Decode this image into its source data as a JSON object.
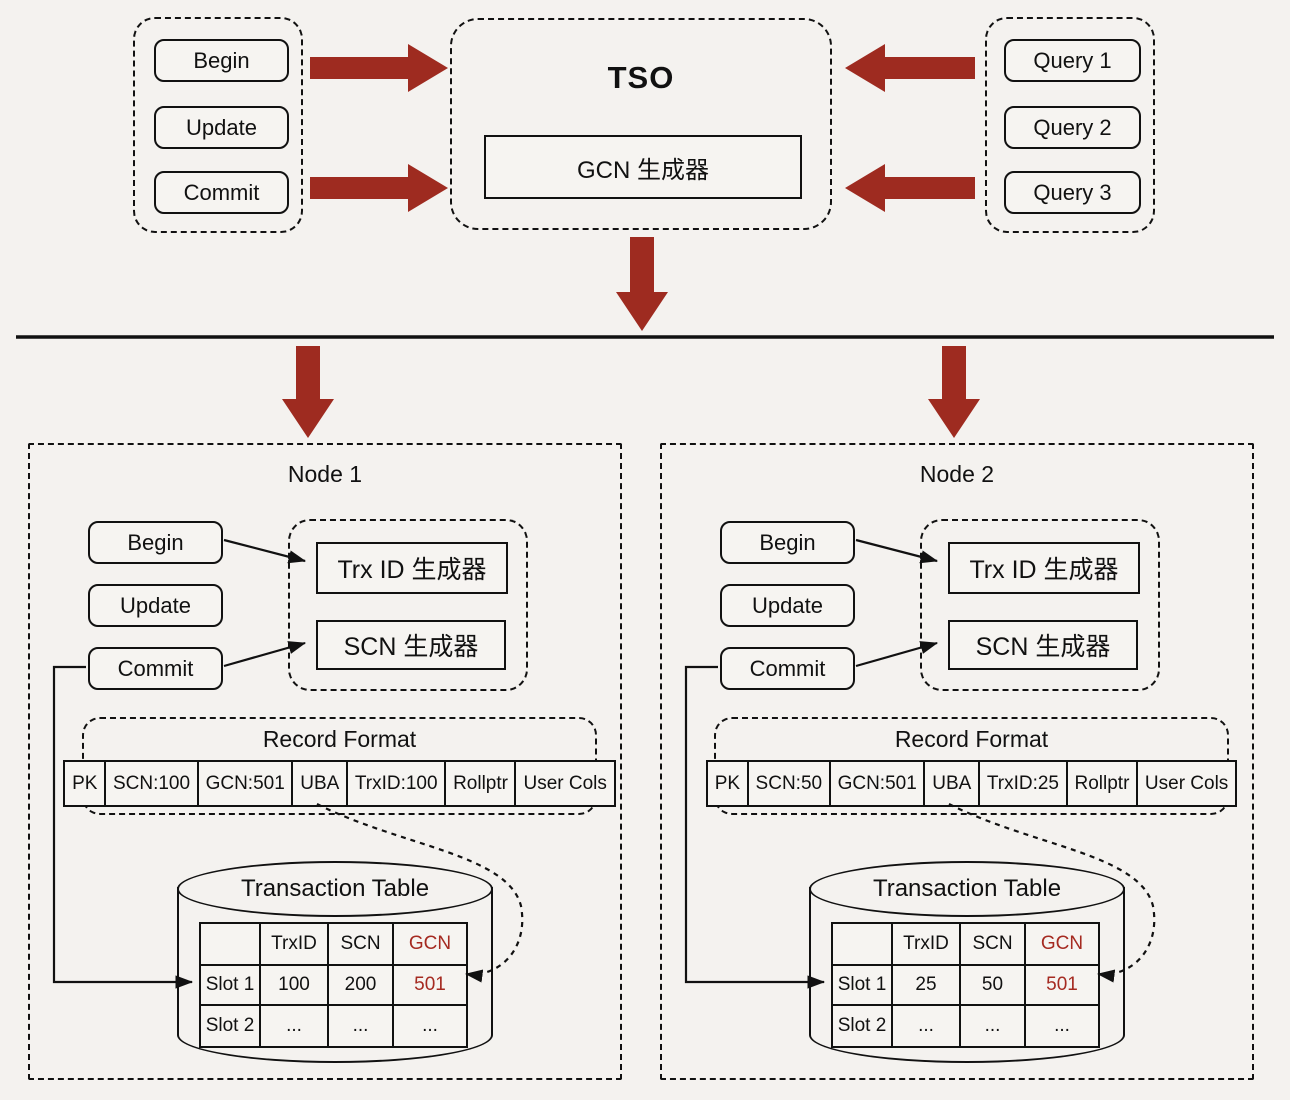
{
  "colors": {
    "arrow_red": "#9e2b20",
    "highlight_red": "#a52a21",
    "line_black": "#111111",
    "background": "#f4f2ef"
  },
  "tso": {
    "title": "TSO",
    "gcn_generator": "GCN 生成器"
  },
  "client_requests": {
    "items": [
      "Begin",
      "Update",
      "Commit"
    ]
  },
  "queries": {
    "items": [
      "Query 1",
      "Query 2",
      "Query 3"
    ]
  },
  "nodes": [
    {
      "title": "Node 1",
      "buttons": [
        "Begin",
        "Update",
        "Commit"
      ],
      "trx_id_generator": "Trx ID 生成器",
      "scn_generator": "SCN 生成器",
      "record_format": {
        "title": "Record Format",
        "cells": [
          "PK",
          "SCN:100",
          "GCN:501",
          "UBA",
          "TrxID:100",
          "Rollptr",
          "User Cols"
        ]
      },
      "transaction_table": {
        "title": "Transaction Table",
        "headers": [
          "",
          "TrxID",
          "SCN",
          "GCN"
        ],
        "rows": [
          [
            "Slot 1",
            "100",
            "200",
            "501"
          ],
          [
            "Slot 2",
            "...",
            "...",
            "..."
          ]
        ]
      }
    },
    {
      "title": "Node 2",
      "buttons": [
        "Begin",
        "Update",
        "Commit"
      ],
      "trx_id_generator": "Trx ID 生成器",
      "scn_generator": "SCN 生成器",
      "record_format": {
        "title": "Record Format",
        "cells": [
          "PK",
          "SCN:50",
          "GCN:501",
          "UBA",
          "TrxID:25",
          "Rollptr",
          "User Cols"
        ]
      },
      "transaction_table": {
        "title": "Transaction Table",
        "headers": [
          "",
          "TrxID",
          "SCN",
          "GCN"
        ],
        "rows": [
          [
            "Slot 1",
            "25",
            "50",
            "501"
          ],
          [
            "Slot 2",
            "...",
            "...",
            "..."
          ]
        ]
      }
    }
  ]
}
